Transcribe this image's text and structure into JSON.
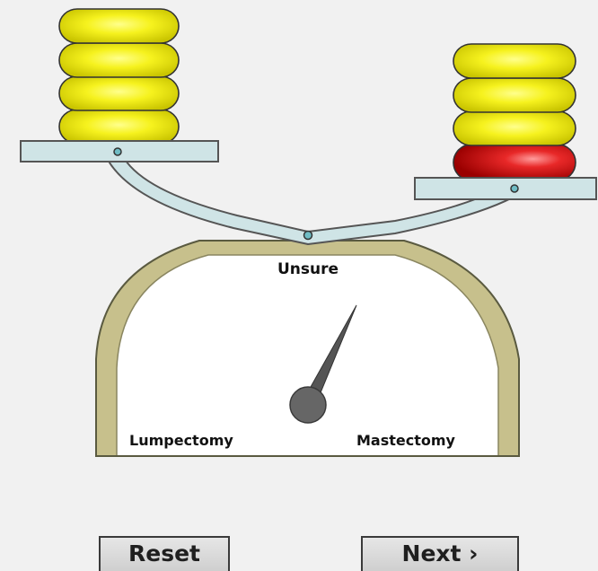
{
  "scale": {
    "center_label": "Unsure",
    "left_label": "Lumpectomy",
    "right_label": "Mastectomy",
    "left_weights": [
      "yellow",
      "yellow",
      "yellow",
      "yellow"
    ],
    "right_weights": [
      "red",
      "yellow",
      "yellow",
      "yellow"
    ]
  },
  "buttons": {
    "reset_label": "Reset",
    "next_label": "Next ›"
  },
  "colors": {
    "background": "#f1f1f1",
    "beam": "#cfe4e6",
    "dial_rim": "#c7c08c",
    "weight_yellow": "#f2ef00",
    "weight_red": "#d81010",
    "needle": "#555555"
  }
}
